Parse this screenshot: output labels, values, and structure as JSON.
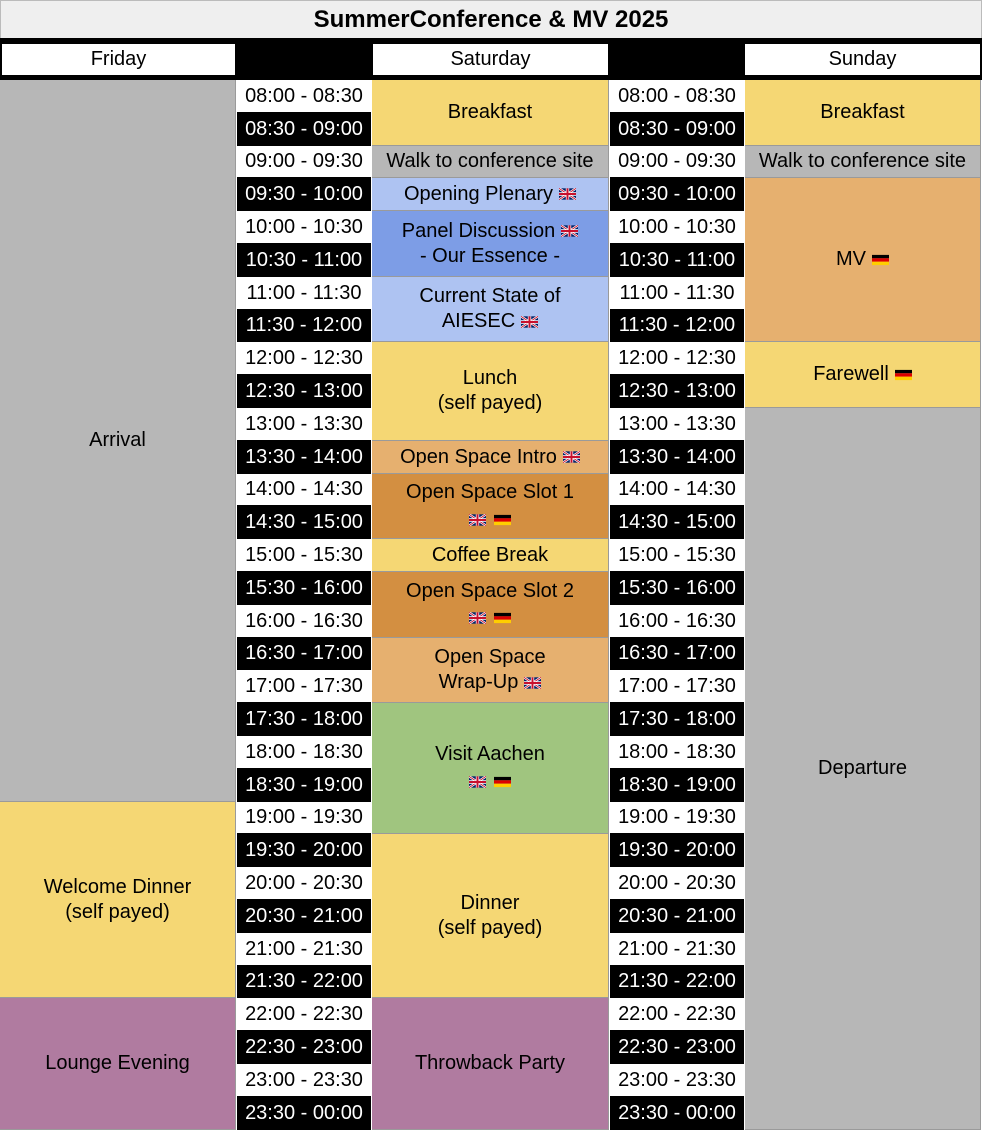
{
  "title": "SummerConference & MV 2025",
  "days": [
    "Friday",
    "Saturday",
    "Sunday"
  ],
  "times": [
    "08:00 - 08:30",
    "08:30 - 09:00",
    "09:00 - 09:30",
    "09:30 - 10:00",
    "10:00 - 10:30",
    "10:30 - 11:00",
    "11:00 - 11:30",
    "11:30 - 12:00",
    "12:00 - 12:30",
    "12:30 - 13:00",
    "13:00 - 13:30",
    "13:30 - 14:00",
    "14:00 - 14:30",
    "14:30 - 15:00",
    "15:00 - 15:30",
    "15:30 - 16:00",
    "16:00 - 16:30",
    "16:30 - 17:00",
    "17:00 - 17:30",
    "17:30 - 18:00",
    "18:00 - 18:30",
    "18:30 - 19:00",
    "19:00 - 19:30",
    "19:30 - 20:00",
    "20:00 - 20:30",
    "20:30 - 21:00",
    "21:00 - 21:30",
    "21:30 - 22:00",
    "22:00 - 22:30",
    "22:30 - 23:00",
    "23:00 - 23:30",
    "23:30 - 00:00"
  ],
  "colors": {
    "gray": "#b7b7b7",
    "yellow": "#f5d774",
    "light_blue": "#aec3f2",
    "blue": "#7d9de6",
    "light_orange": "#e6b06f",
    "orange": "#d38f41",
    "green": "#a0c57f",
    "purple": "#b07ba0"
  },
  "friday": [
    {
      "id": "arrival",
      "lines": [
        "Arrival"
      ],
      "flags": [],
      "start": 0,
      "span": 22,
      "color": "gray"
    },
    {
      "id": "welcome-dinner",
      "lines": [
        "Welcome Dinner",
        "(self payed)"
      ],
      "flags": [],
      "start": 22,
      "span": 6,
      "color": "yellow"
    },
    {
      "id": "lounge-evening",
      "lines": [
        "Lounge Evening"
      ],
      "flags": [],
      "start": 28,
      "span": 4,
      "color": "purple"
    }
  ],
  "saturday": [
    {
      "id": "breakfast",
      "lines": [
        "Breakfast"
      ],
      "flags": [],
      "start": 0,
      "span": 2,
      "color": "yellow"
    },
    {
      "id": "walk",
      "lines": [
        "Walk to conference site"
      ],
      "flags": [],
      "start": 2,
      "span": 1,
      "color": "gray"
    },
    {
      "id": "opening-plenary",
      "lines": [
        "Opening Plenary"
      ],
      "flags": [
        "uk"
      ],
      "inline": true,
      "start": 3,
      "span": 1,
      "color": "light_blue"
    },
    {
      "id": "panel-discussion",
      "lines": [
        "Panel Discussion",
        "- Our Essence -"
      ],
      "flags": [
        "uk"
      ],
      "inline": true,
      "start": 4,
      "span": 2,
      "color": "blue"
    },
    {
      "id": "current-state",
      "lines": [
        "Current State of",
        "AIESEC"
      ],
      "flags": [
        "uk"
      ],
      "inline": true,
      "start": 6,
      "span": 2,
      "color": "light_blue"
    },
    {
      "id": "lunch",
      "lines": [
        "Lunch",
        "(self payed)"
      ],
      "flags": [],
      "start": 8,
      "span": 3,
      "color": "yellow"
    },
    {
      "id": "open-space-intro",
      "lines": [
        "Open Space Intro"
      ],
      "flags": [
        "uk"
      ],
      "inline": true,
      "start": 11,
      "span": 1,
      "color": "light_orange"
    },
    {
      "id": "open-space-slot-1",
      "lines": [
        "Open Space Slot 1"
      ],
      "flags": [
        "uk",
        "de"
      ],
      "start": 12,
      "span": 2,
      "color": "orange"
    },
    {
      "id": "coffee-break",
      "lines": [
        "Coffee Break"
      ],
      "flags": [],
      "start": 14,
      "span": 1,
      "color": "yellow"
    },
    {
      "id": "open-space-slot-2",
      "lines": [
        "Open Space Slot 2"
      ],
      "flags": [
        "uk",
        "de"
      ],
      "start": 15,
      "span": 2,
      "color": "orange"
    },
    {
      "id": "open-space-wrap-up",
      "lines": [
        "Open Space",
        "Wrap-Up"
      ],
      "flags": [
        "uk"
      ],
      "inline": true,
      "start": 17,
      "span": 2,
      "color": "light_orange"
    },
    {
      "id": "visit-aachen",
      "lines": [
        "Visit Aachen"
      ],
      "flags": [
        "uk",
        "de"
      ],
      "start": 19,
      "span": 4,
      "color": "green"
    },
    {
      "id": "dinner",
      "lines": [
        "Dinner",
        "(self payed)"
      ],
      "flags": [],
      "start": 23,
      "span": 5,
      "color": "yellow"
    },
    {
      "id": "throwback-party",
      "lines": [
        "Throwback Party"
      ],
      "flags": [],
      "start": 28,
      "span": 4,
      "color": "purple"
    }
  ],
  "sunday": [
    {
      "id": "breakfast-sun",
      "lines": [
        "Breakfast"
      ],
      "flags": [],
      "start": 0,
      "span": 2,
      "color": "yellow"
    },
    {
      "id": "walk-sun",
      "lines": [
        "Walk to conference site"
      ],
      "flags": [],
      "start": 2,
      "span": 1,
      "color": "gray"
    },
    {
      "id": "mv",
      "lines": [
        "MV"
      ],
      "flags": [
        "de"
      ],
      "inline": true,
      "start": 3,
      "span": 5,
      "color": "light_orange"
    },
    {
      "id": "farewell",
      "lines": [
        "Farewell"
      ],
      "flags": [
        "de"
      ],
      "inline": true,
      "start": 8,
      "span": 2,
      "color": "yellow"
    },
    {
      "id": "departure",
      "lines": [
        "Departure"
      ],
      "flags": [],
      "start": 10,
      "span": 22,
      "color": "gray"
    }
  ]
}
